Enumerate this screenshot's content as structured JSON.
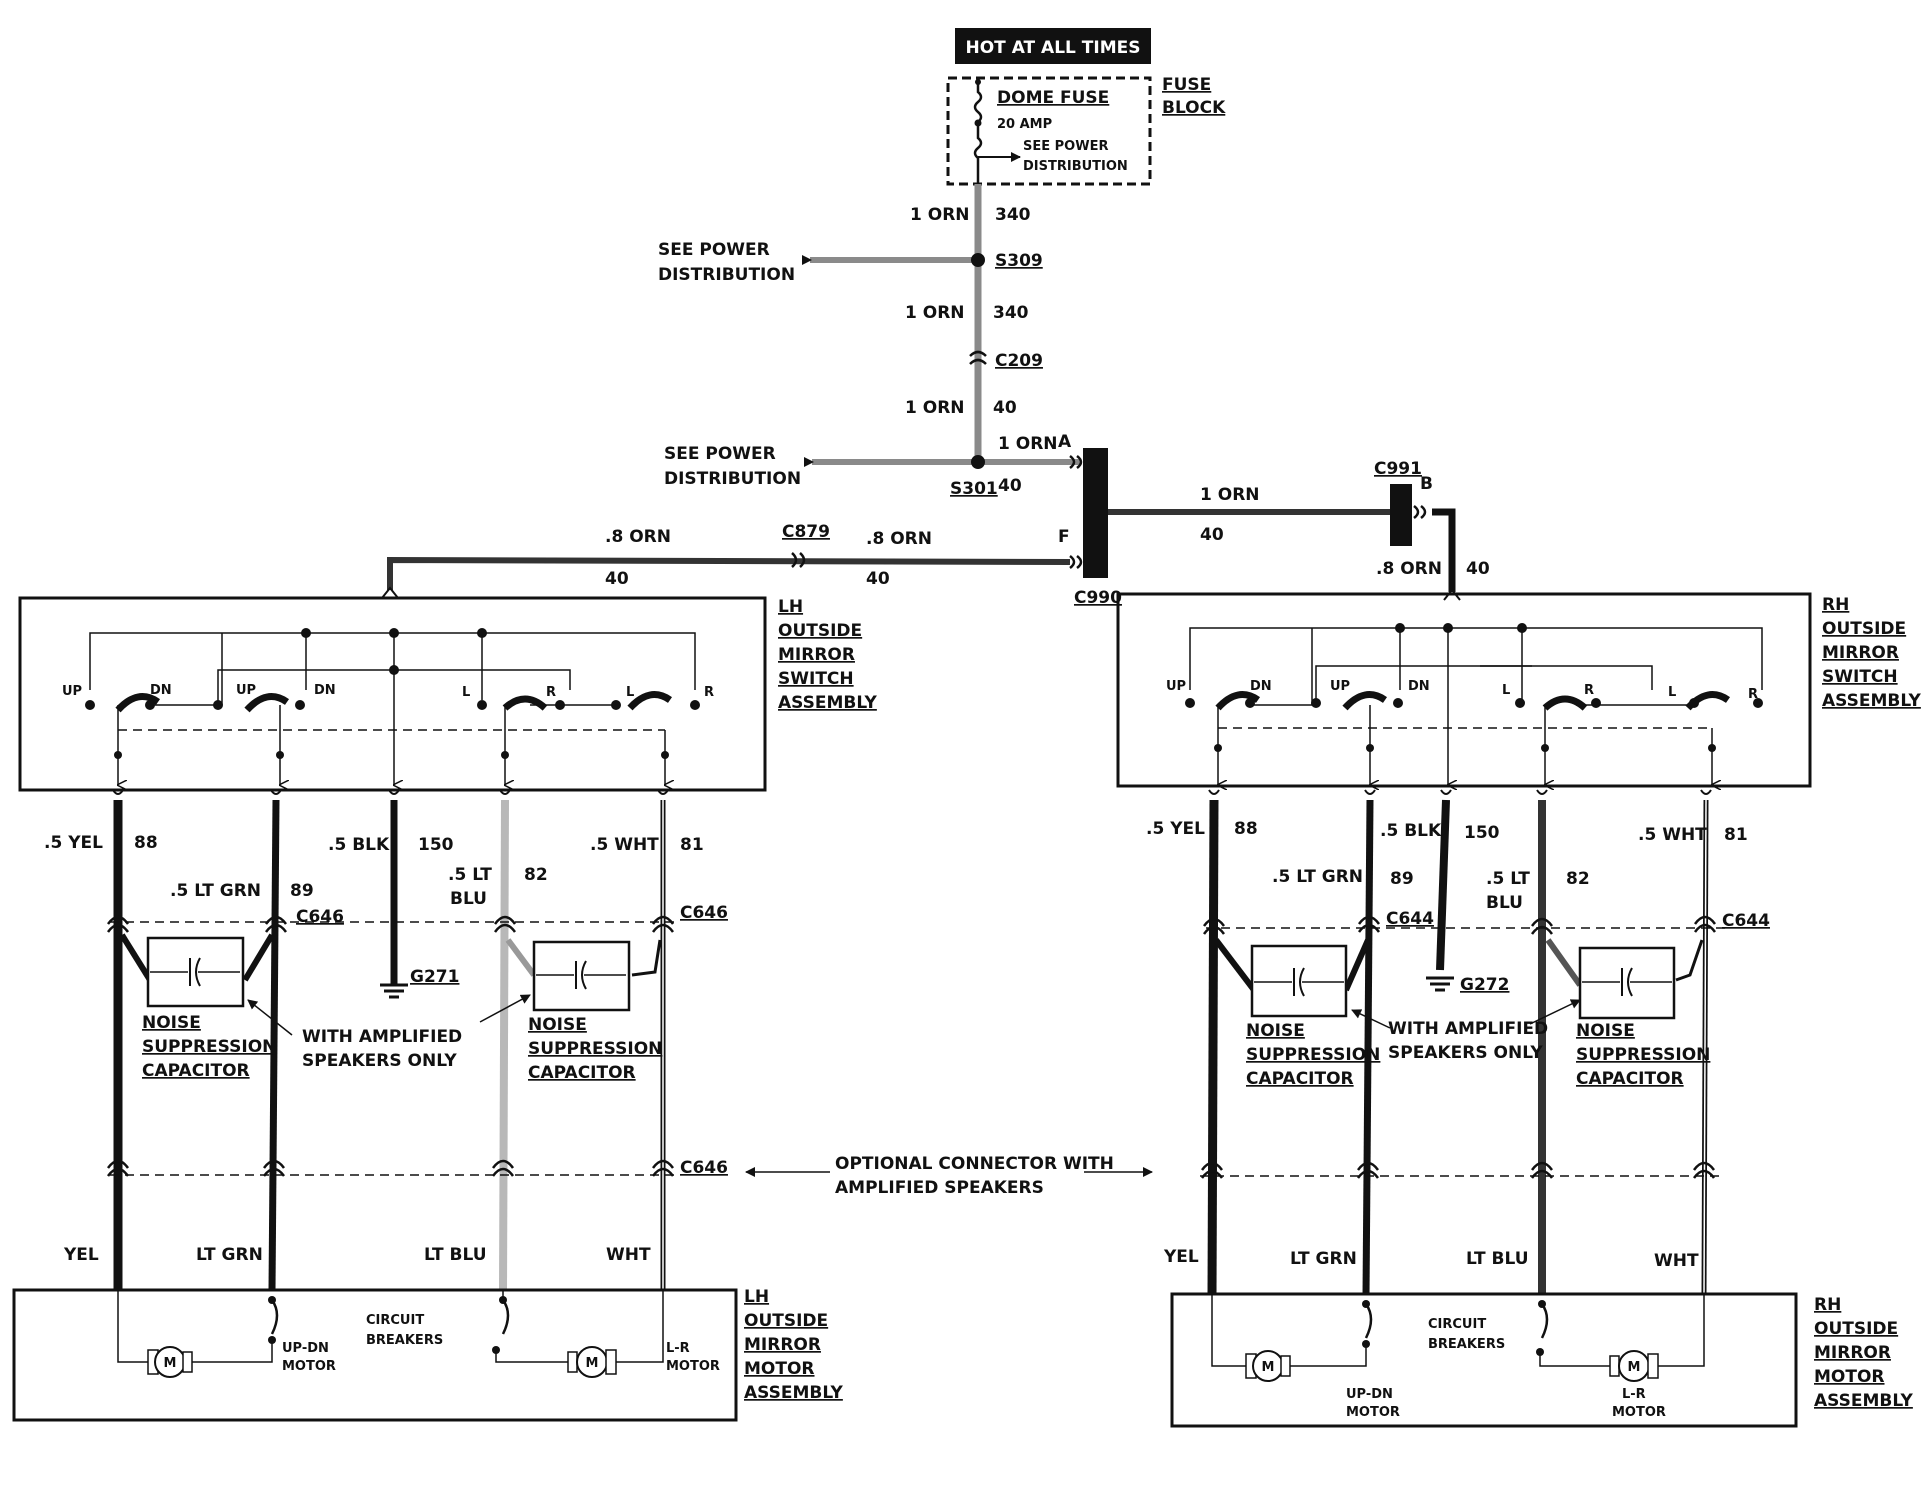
{
  "top": {
    "hot_label": "HOT AT ALL TIMES",
    "dome_fuse": "DOME FUSE",
    "fuse_amp": "20 AMP",
    "see_power_1": "SEE POWER",
    "see_power_2": "DISTRIBUTION",
    "fuse_block_1": "FUSE",
    "fuse_block_2": "BLOCK"
  },
  "feed": {
    "w1_gauge": "1 ORN",
    "w1_circuit": "340",
    "s309": "S309",
    "w2_gauge": "1 ORN",
    "w2_circuit": "340",
    "c209": "C209",
    "w3_gauge": "1 ORN",
    "w3_circuit": "40",
    "spd_a_1": "SEE POWER",
    "spd_a_2": "DISTRIBUTION",
    "spd_b_1": "SEE POWER",
    "spd_b_2": "DISTRIBUTION",
    "w4_gauge": "1 ORN",
    "pin_a": "A",
    "s301": "S301",
    "s301_circuit": "40",
    "c990": "C990",
    "pin_f": "F",
    "c879": "C879",
    "w5_gauge": ".8 ORN",
    "w5_circuit": "40",
    "w6_gauge": ".8 ORN",
    "w6_circuit": "40",
    "w7_gauge": "1 ORN",
    "w7_circuit": "40",
    "c991": "C991",
    "pin_b": "B",
    "w8_gauge": ".8 ORN",
    "w8_circuit": "40"
  },
  "lh": {
    "switch_label": [
      "LH",
      "OUTSIDE",
      "MIRROR",
      "SWITCH",
      "ASSEMBLY"
    ],
    "motor_label": [
      "LH",
      "OUTSIDE",
      "MIRROR",
      "MOTOR",
      "ASSEMBLY"
    ],
    "sw_up1": "UP",
    "sw_dn1": "DN",
    "sw_up2": "UP",
    "sw_dn2": "DN",
    "sw_l1": "L",
    "sw_r1": "R",
    "sw_l2": "L",
    "sw_r2": "R",
    "yel_gauge": ".5 YEL",
    "yel_circuit": "88",
    "grn_gauge": ".5 LT GRN",
    "grn_circuit": "89",
    "blk_gauge": ".5 BLK",
    "blk_circuit": "150",
    "blu_gauge_1": ".5 LT",
    "blu_gauge_2": "BLU",
    "blu_circuit": "82",
    "wht_gauge": ".5 WHT",
    "wht_circuit": "81",
    "c646_top_left": "C646",
    "c646_top_right": "C646",
    "c646_bottom": "C646",
    "ground": "G271",
    "cap_label_1": [
      "NOISE",
      "SUPPRESSION",
      "CAPACITOR"
    ],
    "cap_label_2": [
      "NOISE",
      "SUPPRESSION",
      "CAPACITOR"
    ],
    "amp_note_1": "WITH AMPLIFIED",
    "amp_note_2": "SPEAKERS ONLY",
    "yel": "YEL",
    "lt_grn": "LT GRN",
    "lt_blu": "LT BLU",
    "wht": "WHT",
    "cb_1": "CIRCUIT",
    "cb_2": "BREAKERS",
    "updn_1": "UP-DN",
    "updn_2": "MOTOR",
    "lr_1": "L-R",
    "lr_2": "MOTOR",
    "motor_m": "M"
  },
  "rh": {
    "switch_label": [
      "RH",
      "OUTSIDE",
      "MIRROR",
      "SWITCH",
      "ASSEMBLY"
    ],
    "motor_label": [
      "RH",
      "OUTSIDE",
      "MIRROR",
      "MOTOR",
      "ASSEMBLY"
    ],
    "sw_up1": "UP",
    "sw_dn1": "DN",
    "sw_up2": "UP",
    "sw_dn2": "DN",
    "sw_l1": "L",
    "sw_r1": "R",
    "sw_l2": "L",
    "sw_r2": "R",
    "yel_gauge": ".5 YEL",
    "yel_circuit": "88",
    "grn_gauge": ".5 LT GRN",
    "grn_circuit": "89",
    "blk_gauge": ".5 BLK",
    "blk_circuit": "150",
    "blu_gauge_1": ".5 LT",
    "blu_gauge_2": "BLU",
    "blu_circuit": "82",
    "wht_gauge": ".5 WHT",
    "wht_circuit": "81",
    "c644_left": "C644",
    "c644_right": "C644",
    "ground": "G272",
    "cap_label_1": [
      "NOISE",
      "SUPPRESSION",
      "CAPACITOR"
    ],
    "cap_label_2": [
      "NOISE",
      "SUPPRESSION",
      "CAPACITOR"
    ],
    "amp_note_1": "WITH AMPLIFIED",
    "amp_note_2": "SPEAKERS ONLY",
    "yel": "YEL",
    "lt_grn": "LT GRN",
    "lt_blu": "LT BLU",
    "wht": "WHT",
    "cb_1": "CIRCUIT",
    "cb_2": "BREAKERS",
    "updn_1": "UP-DN",
    "updn_2": "MOTOR",
    "lr_1": "L-R",
    "lr_2": "MOTOR",
    "motor_m": "M"
  },
  "optional_note_1": "OPTIONAL CONNECTOR WITH",
  "optional_note_2": "AMPLIFIED SPEAKERS",
  "colors": {
    "line": "#111111",
    "orange_wire": "#8a8a8a",
    "blue_wire": "#b8b8b8",
    "background": "#ffffff"
  }
}
